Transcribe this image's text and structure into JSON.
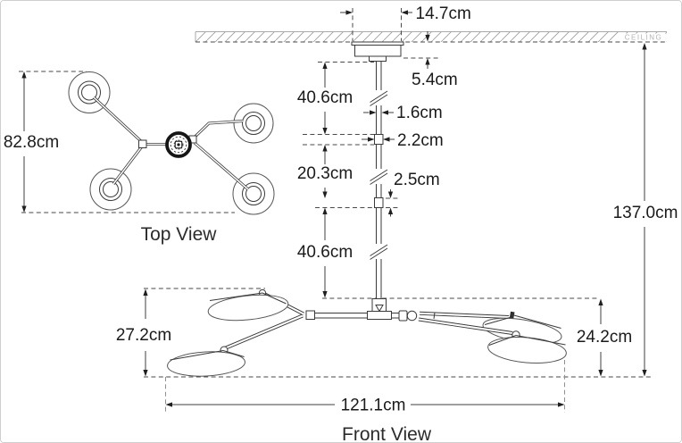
{
  "colors": {
    "ink": "#3a3a3a",
    "dimension_line": "#3f3f3f",
    "text": "#1a1a1a",
    "ceiling_gray": "#b3b3b3",
    "background": "#ffffff"
  },
  "ceiling": {
    "label": "CEILING"
  },
  "top_view": {
    "label": "Top View",
    "height": "82.8cm"
  },
  "front_view": {
    "label": "Front View",
    "canopy_width": "14.7cm",
    "canopy_height": "5.4cm",
    "stem_upper_length": "40.6cm",
    "stem_diameter": "1.6cm",
    "coupler_width": "2.2cm",
    "stem_middle_length": "20.3cm",
    "coupler_height": "2.5cm",
    "stem_lower_length": "40.6cm",
    "overall_height": "137.0cm",
    "body_height_left": "27.2cm",
    "body_height_right": "24.2cm",
    "body_width": "121.1cm"
  }
}
